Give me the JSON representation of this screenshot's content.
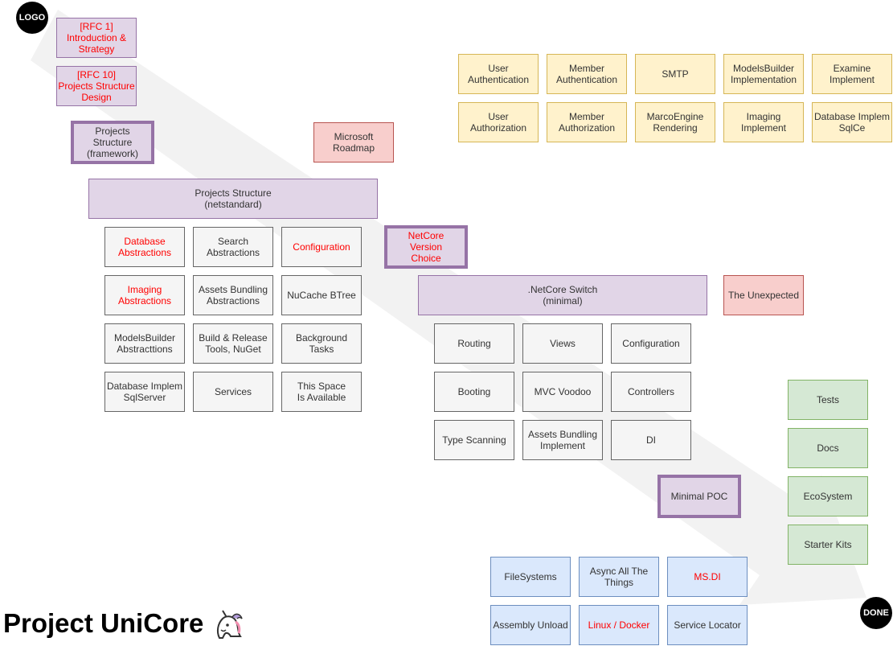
{
  "badges": {
    "logo": "LOGO",
    "done": "DONE"
  },
  "title": "Project UniCore",
  "nodes": {
    "rfc1": "[RFC 1]\nIntroduction &\nStrategy",
    "rfc10": "[RFC 10]\nProjects Structure\nDesign",
    "projects_framework": "Projects\nStructure\n(framework)",
    "microsoft_roadmap": "Microsoft\nRoadmap",
    "projects_netstandard": "Projects Structure\n(netstandard)",
    "database_abstractions": "Database\nAbstractions",
    "search_abstractions": "Search\nAbstractions",
    "configuration_a": "Configuration",
    "netcore_version_choice": "NetCore\nVersion\nChoice",
    "imaging_abstractions": "Imaging\nAbstractions",
    "assets_bundling_abstractions": "Assets Bundling\nAbstractions",
    "nucache_btree": "NuCache BTree",
    "netcore_switch": ".NetCore Switch\n(minimal)",
    "the_unexpected": "The Unexpected",
    "modelsbuilder_abstractions": "ModelsBuilder\nAbstracttions",
    "build_release_tools": "Build & Release\nTools, NuGet",
    "background_tasks": "Background\nTasks",
    "routing": "Routing",
    "views": "Views",
    "configuration_b": "Configuration",
    "database_implem_sqlserver": "Database Implem\nSqlServer",
    "services": "Services",
    "this_space_available": "This Space\nIs Available",
    "booting": "Booting",
    "mvc_voodoo": "MVC Voodoo",
    "controllers": "Controllers",
    "type_scanning": "Type Scanning",
    "assets_bundling_implement": "Assets Bundling\nImplement",
    "di": "DI",
    "minimal_poc": "Minimal POC",
    "user_authentication": "User\nAuthentication",
    "member_authentication": "Member\nAuthentication",
    "smtp": "SMTP",
    "modelsbuilder_implementation": "ModelsBuilder\nImplementation",
    "examine_implement": "Examine\nImplement",
    "user_authorization": "User\nAuthorization",
    "member_authorization": "Member\nAuthorization",
    "marcoengine_rendering": "MarcoEngine\nRendering",
    "imaging_implement": "Imaging\nImplement",
    "database_implem_sqlce": "Database Implem\nSqlCe",
    "tests": "Tests",
    "docs": "Docs",
    "ecosystem": "EcoSystem",
    "starter_kits": "Starter Kits",
    "filesystems": "FileSystems",
    "async_all_the_things": "Async All The\nThings",
    "ms_di": "MS.DI",
    "assembly_unload": "Assembly Unload",
    "linux_docker": "Linux / Docker",
    "service_locator": "Service Locator"
  },
  "colors": {
    "purple_fill": "#e1d5e7",
    "purple_stroke": "#9673a6",
    "gray_fill": "#f5f5f5",
    "gray_stroke": "#666666",
    "yellow_fill": "#fff2cc",
    "yellow_stroke": "#d6b656",
    "red_fill": "#f8cecc",
    "red_stroke": "#b85450",
    "green_fill": "#d5e8d4",
    "green_stroke": "#82b366",
    "blue_fill": "#dae8fc",
    "blue_stroke": "#6c8ebf",
    "highlight_text": "#ff0000",
    "arrow": "#f2f2f2"
  }
}
